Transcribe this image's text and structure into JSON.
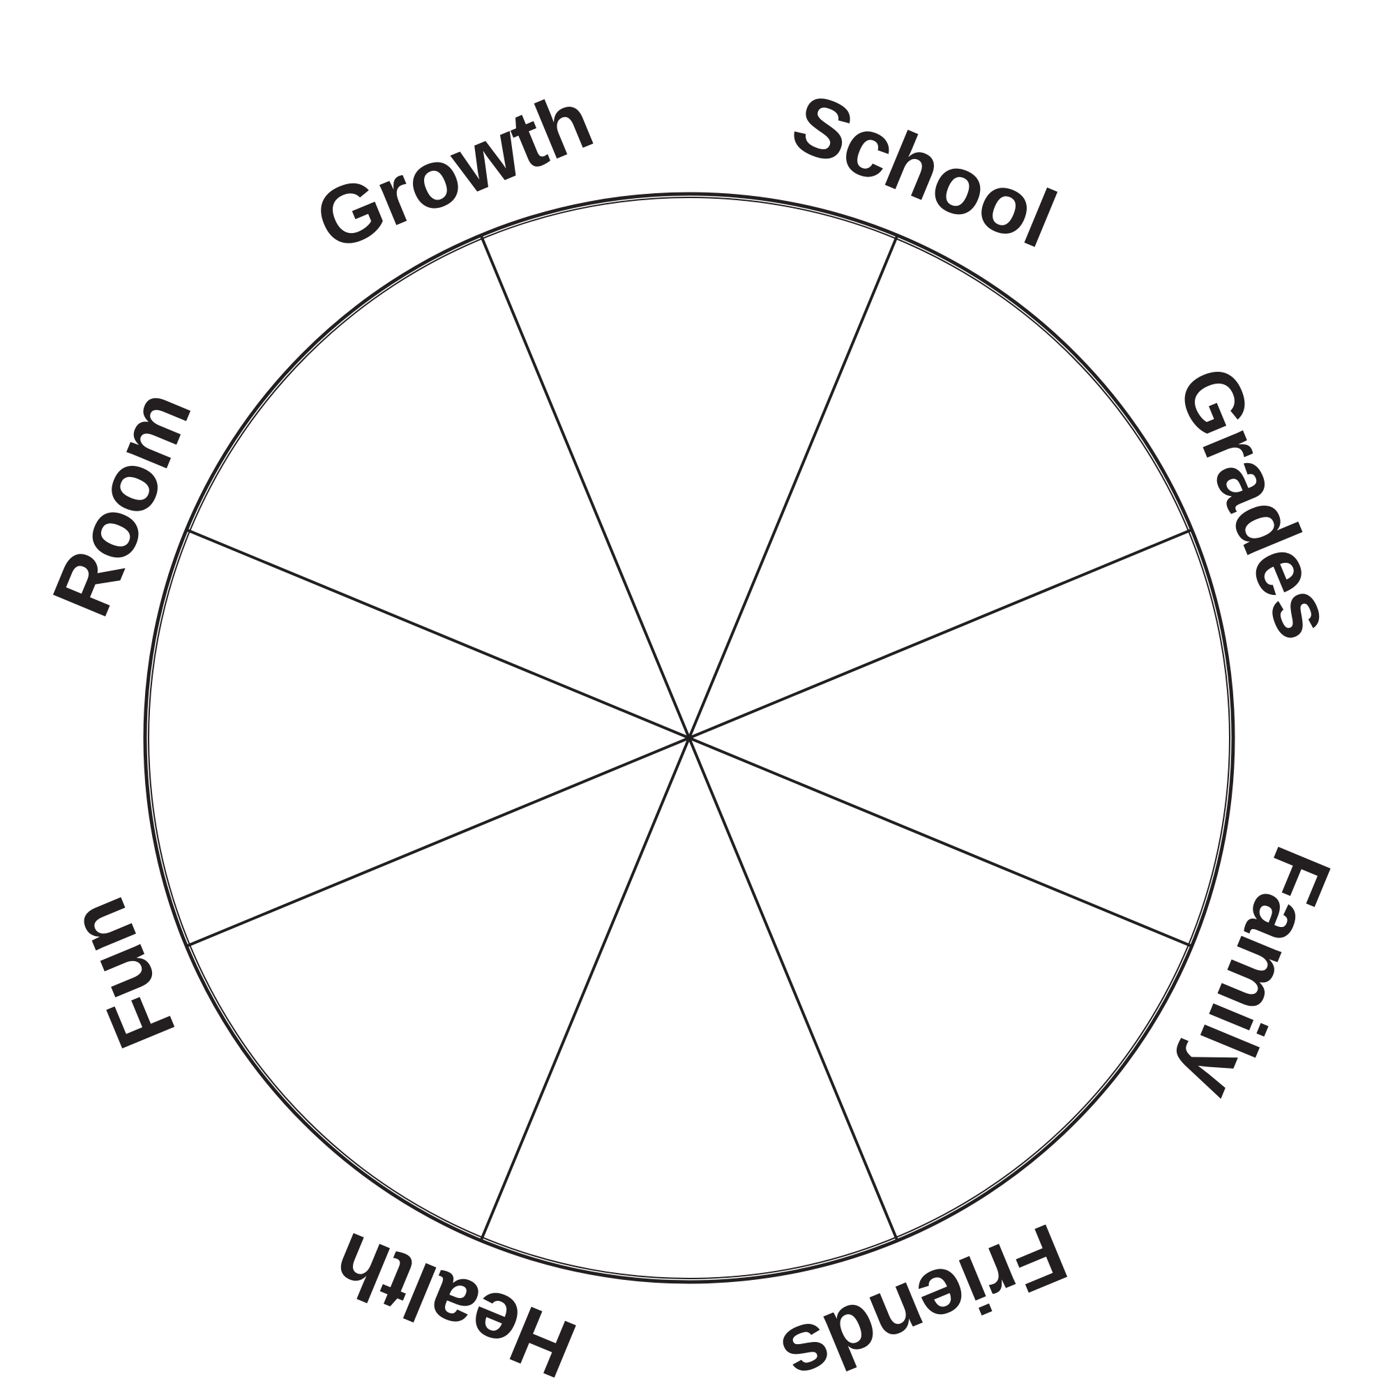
{
  "wheel": {
    "segments": [
      {
        "label": "School",
        "angle_deg": 22.5
      },
      {
        "label": "Grades",
        "angle_deg": 67.5
      },
      {
        "label": "Family",
        "angle_deg": 112.5
      },
      {
        "label": "Friends",
        "angle_deg": 157.5
      },
      {
        "label": "Health",
        "angle_deg": 202.5
      },
      {
        "label": "Fun",
        "angle_deg": 247.5
      },
      {
        "label": "Room",
        "angle_deg": 292.5
      },
      {
        "label": "Growth",
        "angle_deg": 337.5
      }
    ],
    "divider_angles_deg": [
      22.5,
      67.5,
      112.5,
      157.5,
      202.5,
      247.5,
      292.5,
      337.5
    ],
    "colors": {
      "stroke": "#231f20",
      "text": "#231f20",
      "background": "#ffffff"
    }
  }
}
